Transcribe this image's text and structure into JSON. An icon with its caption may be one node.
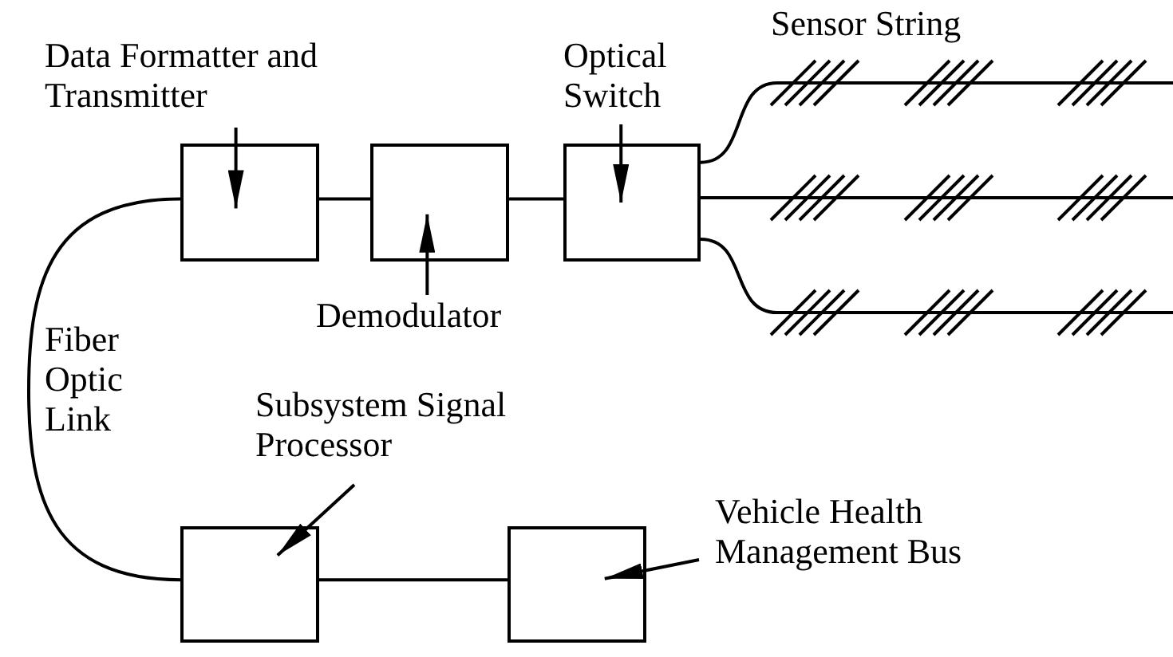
{
  "diagram": {
    "nodes": [
      {
        "text": [
          "Data Formatter and Transmitter"
        ]
      },
      {
        "text": [],
        "shape": "box"
      },
      {
        "text": [],
        "shape": "box"
      },
      {
        "text": [],
        "shape": "box"
      },
      {
        "text": [
          "Optical Switch"
        ]
      },
      {
        "text": [
          "Sensor String"
        ]
      },
      {
        "text": [
          "Demodulator"
        ]
      },
      {
        "text": [
          "Subsystem Signal Processor"
        ]
      },
      {
        "text": [],
        "shape": "box"
      },
      {
        "text": [],
        "shape": "box"
      },
      {
        "text": [
          "Vehicle Health Management Bus"
        ]
      }
    ],
    "edges": [
      {
        "from": 0,
        "to": 1,
        "arrow": "to"
      },
      {
        "from": 1,
        "to": 2,
        "arrow": "none"
      },
      {
        "from": 2,
        "to": 3,
        "arrow": "none"
      },
      {
        "from": 6,
        "to": 2,
        "arrow": "to"
      },
      {
        "from": 4,
        "to": 3,
        "arrow": "to"
      },
      {
        "from": 3,
        "to": null,
        "arrow": "none"
      },
      {
        "from": 3,
        "to": null,
        "arrow": "none"
      },
      {
        "from": 3,
        "to": null,
        "arrow": "none"
      },
      {
        "from": 1,
        "to": 8,
        "arrow": "none",
        "label": "Fiber Optic Link"
      },
      {
        "from": 8,
        "to": 9,
        "arrow": "none"
      },
      {
        "from": 7,
        "to": 8,
        "arrow": "to"
      },
      {
        "from": 10,
        "to": 9,
        "arrow": "to"
      }
    ]
  }
}
